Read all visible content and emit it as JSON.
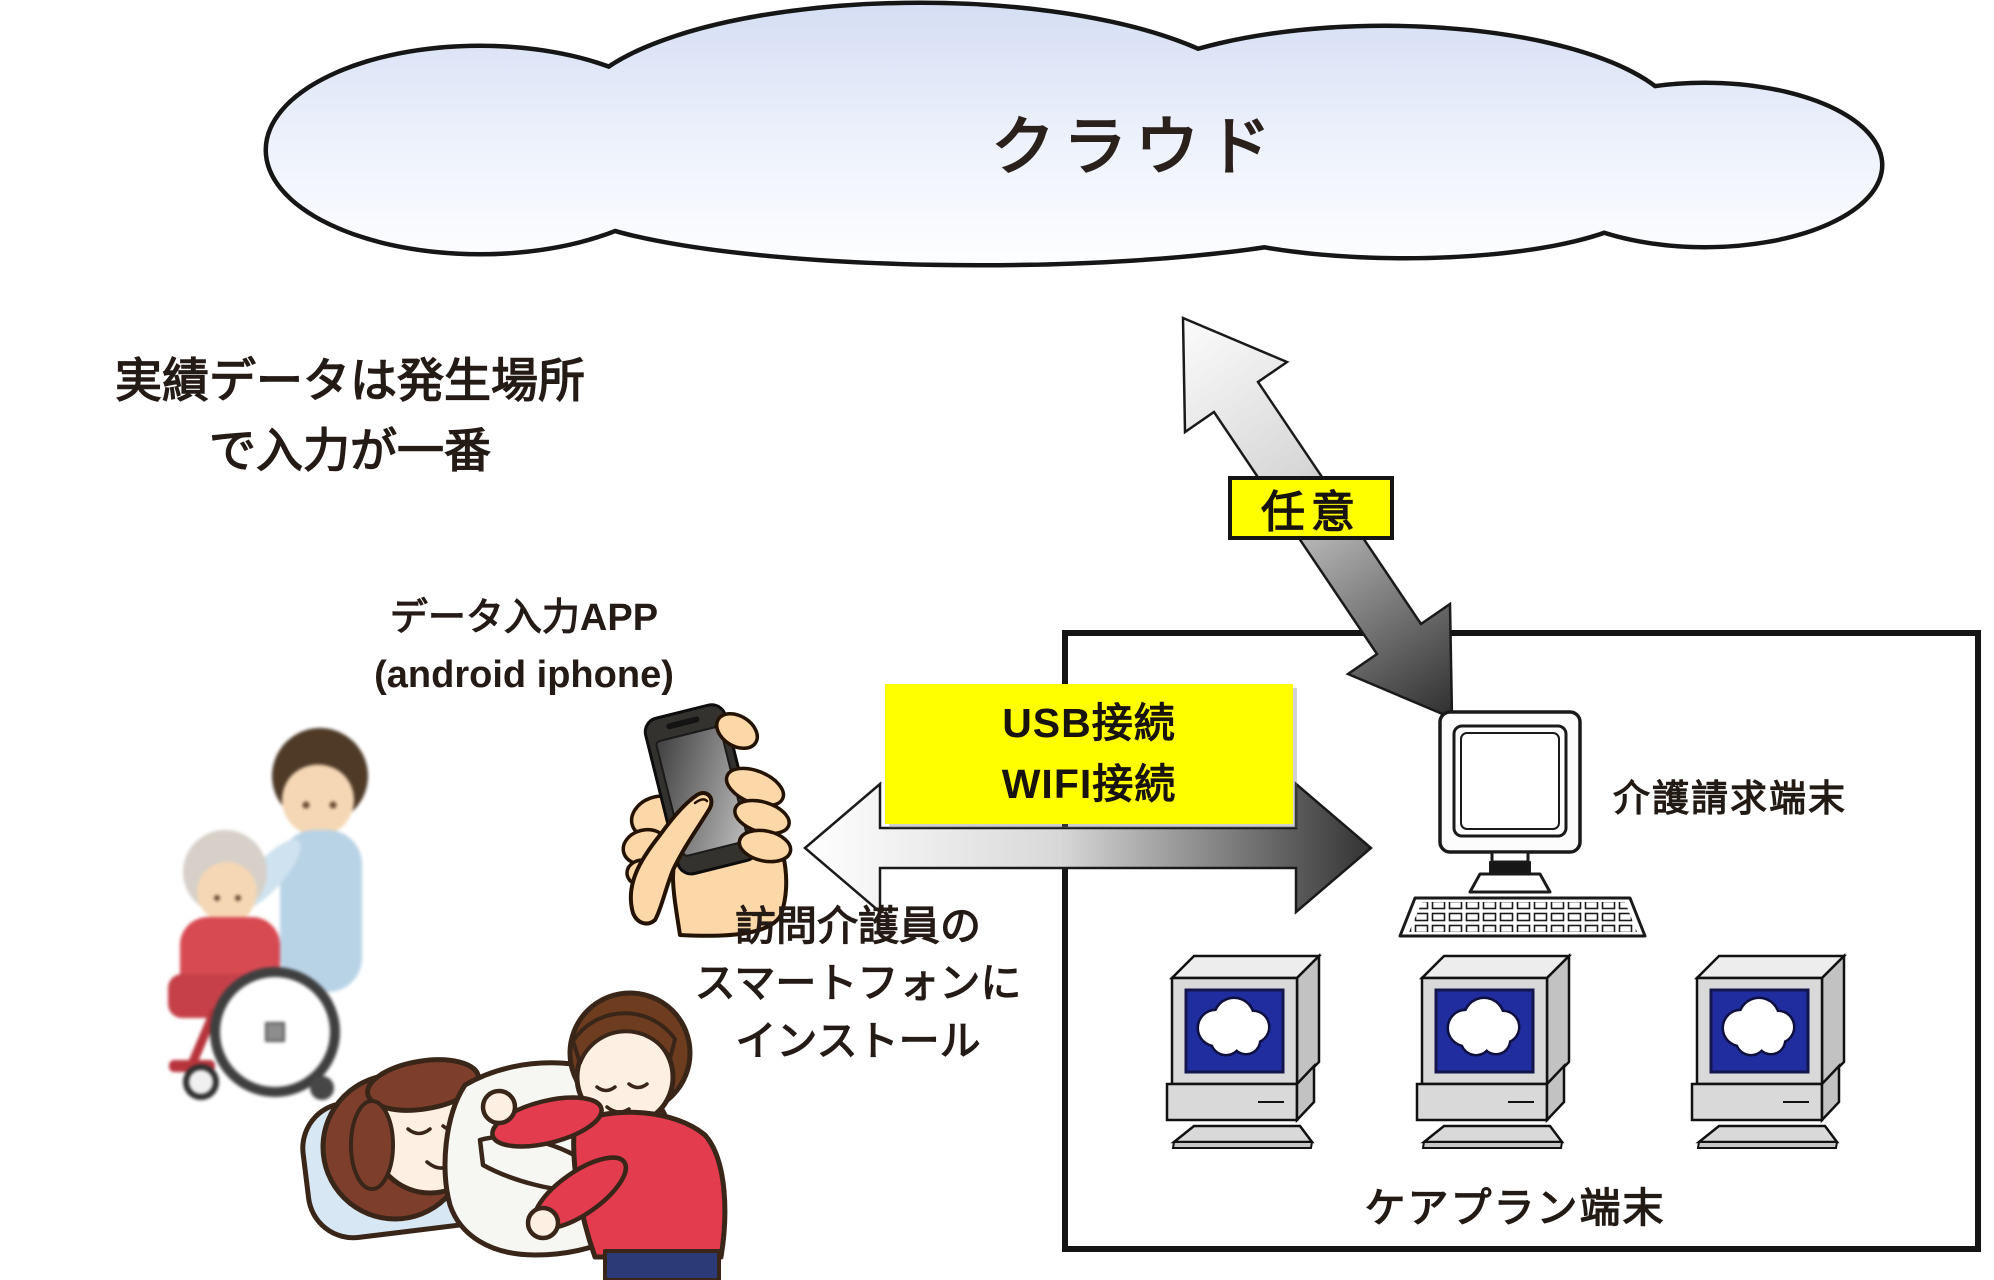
{
  "cloud": {
    "label": "クラウド"
  },
  "note_left": {
    "line1": "実績データは発生場所",
    "line2": "で入力が一番"
  },
  "app_note": {
    "line1": "データ入力APP",
    "line2": "(android iphone)"
  },
  "optional_badge": {
    "label": "任意"
  },
  "connection_badge": {
    "line1": "USB接続",
    "line2": "WIFI接続"
  },
  "install_note": {
    "line1": "訪問介護員の",
    "line2": "スマートフォンに",
    "line3": "インストール"
  },
  "terminals": {
    "billing_label": "介護請求端末",
    "careplan_label": "ケアプラン端末"
  },
  "colors": {
    "highlight_yellow": "#ffff00",
    "screen_blue": "#1f2d9e",
    "cloud_fill_top": "#d4ddf3",
    "cloud_fill_bottom": "#ffffff",
    "arrow_light": "#fcfcfc",
    "arrow_dark": "#2e2e2e",
    "outline_black": "#141414",
    "computer_gray": "#d9d9d9",
    "caregiver_red": "#e23c4e",
    "uniform_blue": "#b9d3e6"
  },
  "illustrations": {
    "cloud": "cloud-shape",
    "hand_phone": "hand-holding-smartphone",
    "wheelchair": "caregiver-pushing-wheelchair",
    "bed_care": "caregiver-assisting-patient-in-bed",
    "billing_computer": "desktop-computer-with-keyboard",
    "careplan_computer": "computer-with-cloud-on-screen"
  }
}
